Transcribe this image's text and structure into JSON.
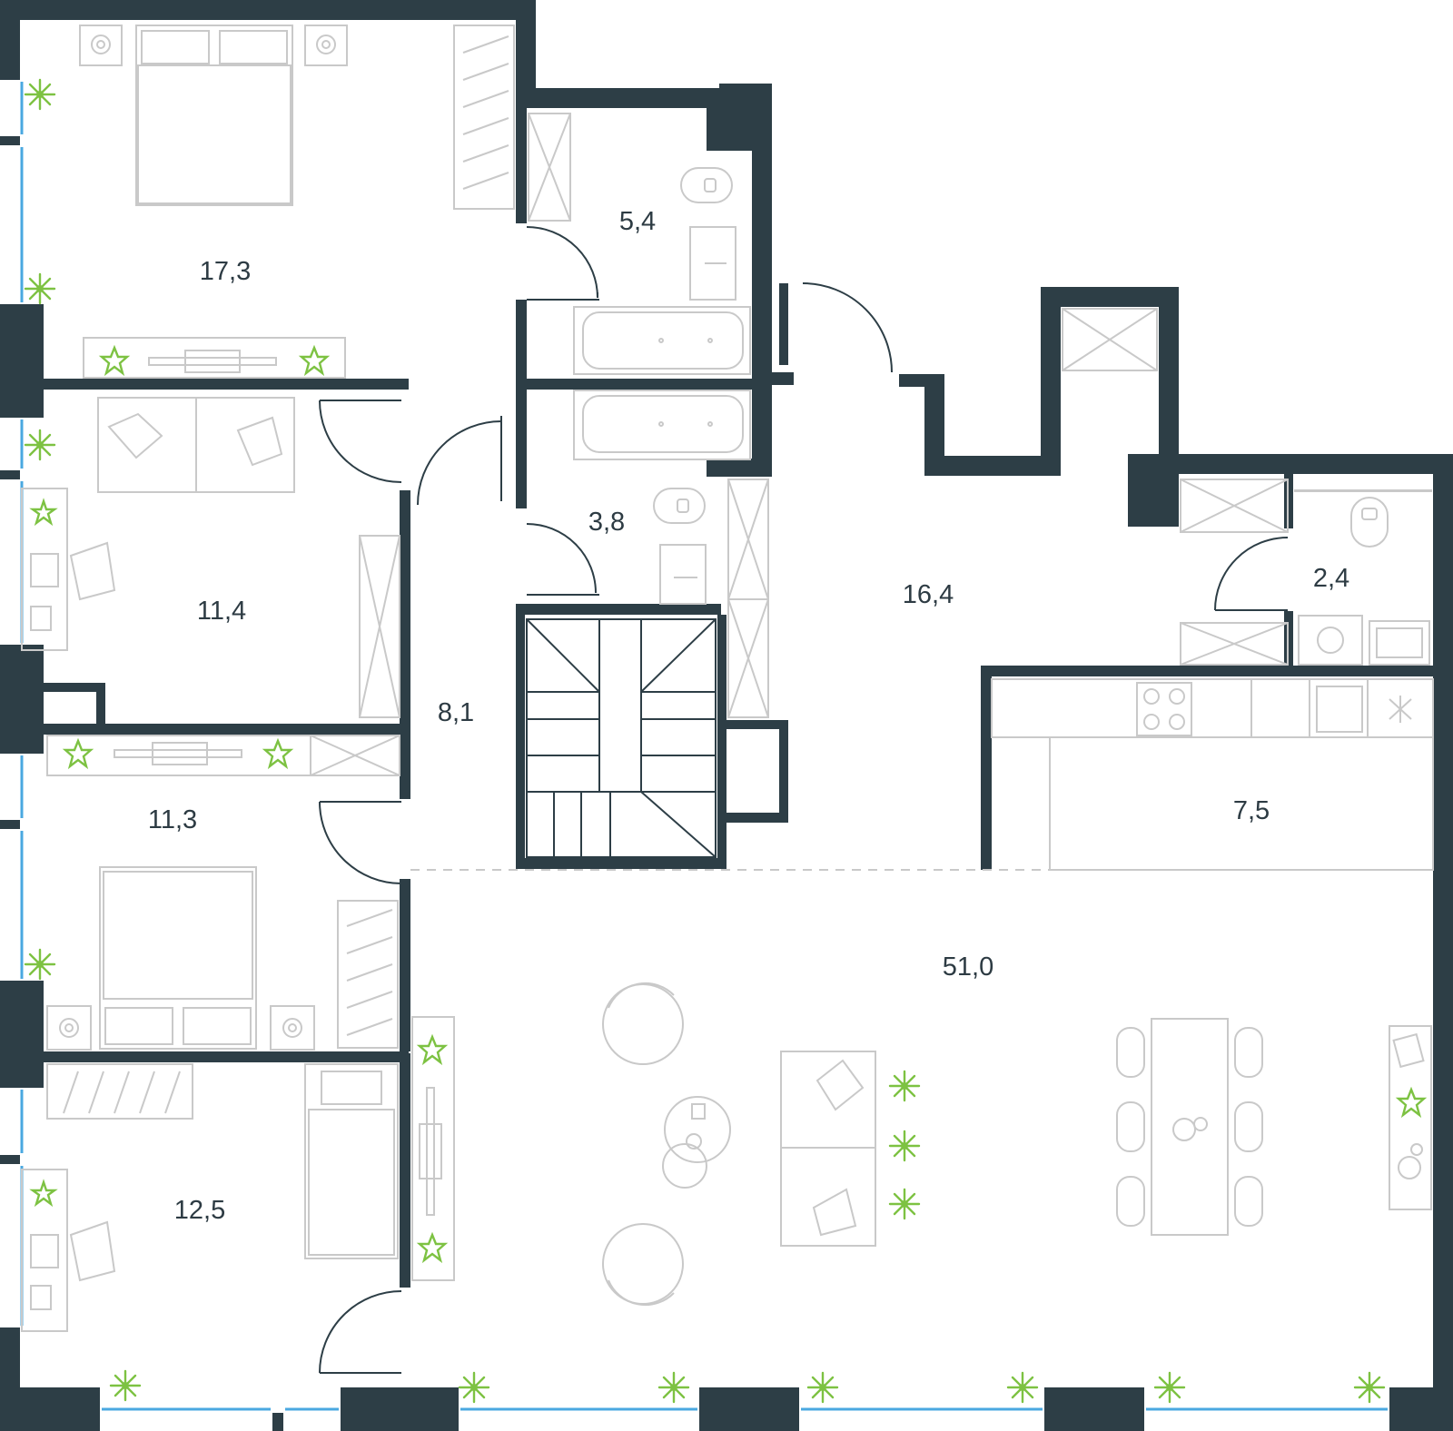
{
  "colors": {
    "wall": "#2d3e46",
    "furniture": "#c9c9c9",
    "window": "#4aa8e0",
    "plant": "#7dc242",
    "label": "#2d3b43"
  },
  "rooms": [
    {
      "id": "bedroom-1",
      "area": "17,3"
    },
    {
      "id": "bathroom-1",
      "area": "5,4"
    },
    {
      "id": "bedroom-2",
      "area": "11,4"
    },
    {
      "id": "bathroom-2",
      "area": "3,8"
    },
    {
      "id": "corridor",
      "area": "8,1"
    },
    {
      "id": "hall",
      "area": "16,4"
    },
    {
      "id": "toilet",
      "area": "2,4"
    },
    {
      "id": "bedroom-3",
      "area": "11,3"
    },
    {
      "id": "kitchen",
      "area": "7,5"
    },
    {
      "id": "living-room",
      "area": "51,0"
    },
    {
      "id": "bedroom-4",
      "area": "12,5"
    }
  ]
}
